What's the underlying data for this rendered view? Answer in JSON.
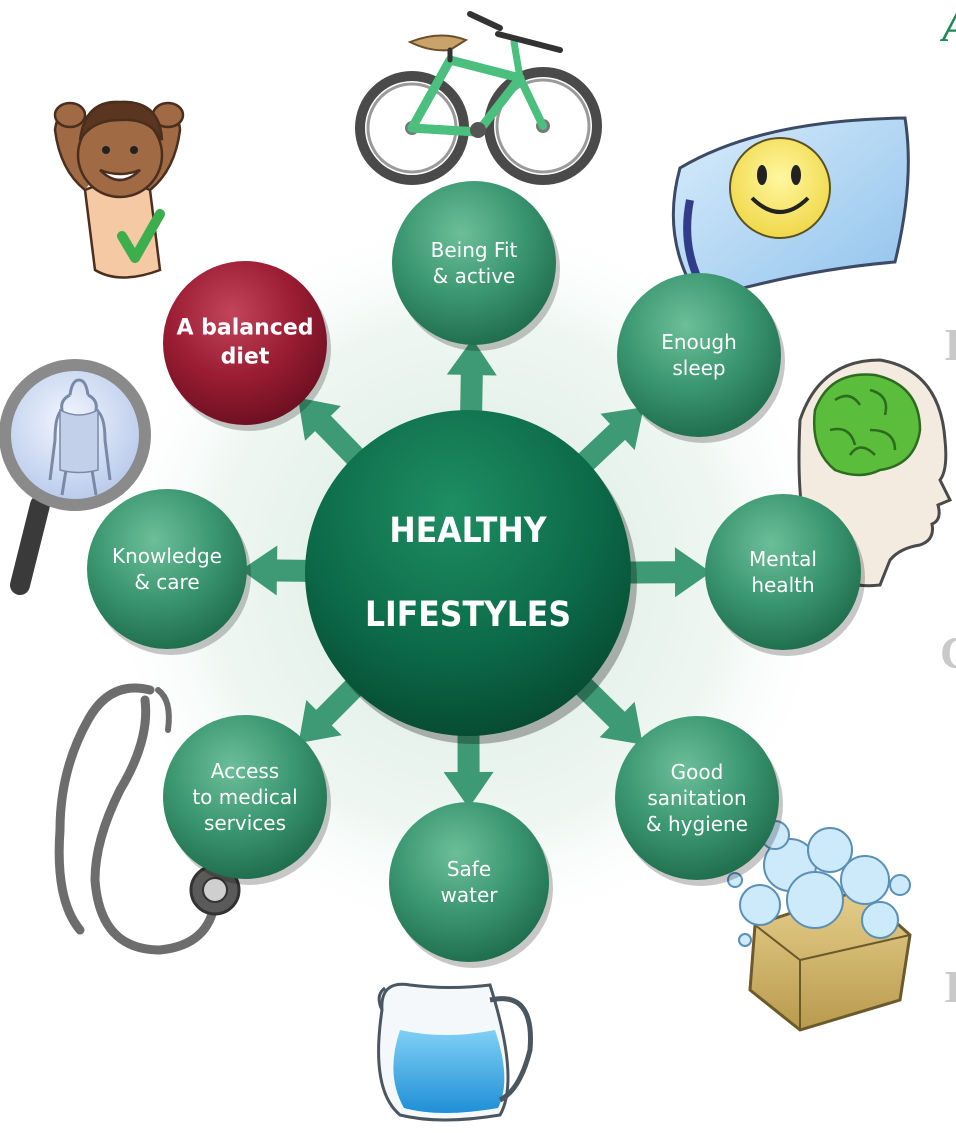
{
  "center": {
    "line1": "HEALTHY",
    "line2": "LIFESTYLES"
  },
  "nodes": {
    "fit": "Being Fit\n& active",
    "sleep": "Enough\nsleep",
    "mental": "Mental\nhealth",
    "hygiene": "Good\nsanitation\n& hygiene",
    "water": "Safe\nwater",
    "medical": "Access\nto medical\nservices",
    "knowledge": "Knowledge\n& care",
    "diet": "A balanced\ndiet"
  },
  "edge_fragments": {
    "a": "A",
    "b": "I",
    "c": "C",
    "d": "I"
  },
  "colors": {
    "node_green": "#3a9670",
    "center_green": "#0c6b4a",
    "diet_red": "#9b1d33",
    "arrow_green": "#3d9a74"
  }
}
